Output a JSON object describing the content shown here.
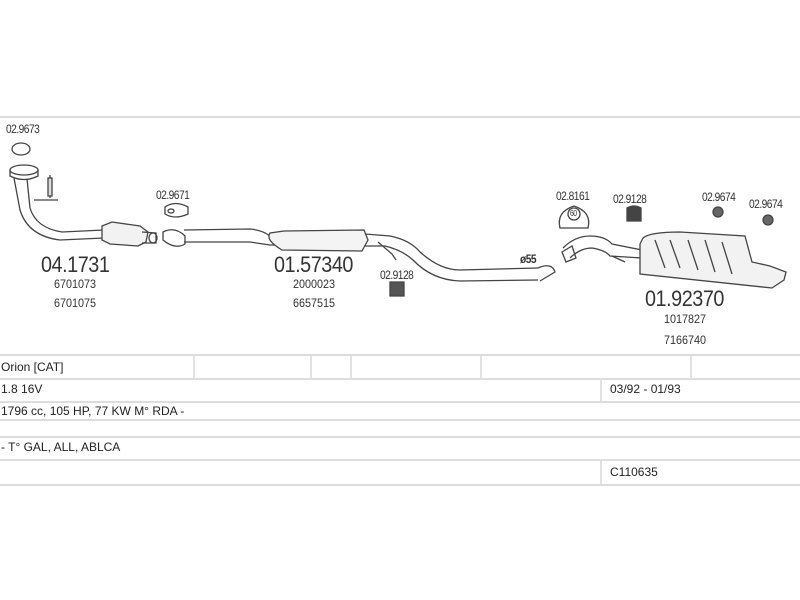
{
  "diagram": {
    "fittings": {
      "f1": "02.9673",
      "f2": "02.9671",
      "f3": "02.9128",
      "f4": "02.8161",
      "f5": "02.9128",
      "f6": "02.9674",
      "f7": "02.9674",
      "clamp_size": "60",
      "pipe_diameter": "ø55"
    },
    "parts": [
      {
        "number": "04.1731",
        "oe": [
          "6701073",
          "6701075"
        ]
      },
      {
        "number": "01.57340",
        "oe": [
          "2000023",
          "6657515"
        ]
      },
      {
        "number": "01.92370",
        "oe": [
          "1017827",
          "7166740"
        ]
      }
    ]
  },
  "table": {
    "model": "Orion  [CAT]",
    "engine": "1.8 16V",
    "date_range": "03/92 - 01/93",
    "spec": "1796 cc, 105 HP, 77 KW M° RDA -",
    "notes": "- T° GAL, ALL, ABLCA",
    "code": "C110635"
  }
}
